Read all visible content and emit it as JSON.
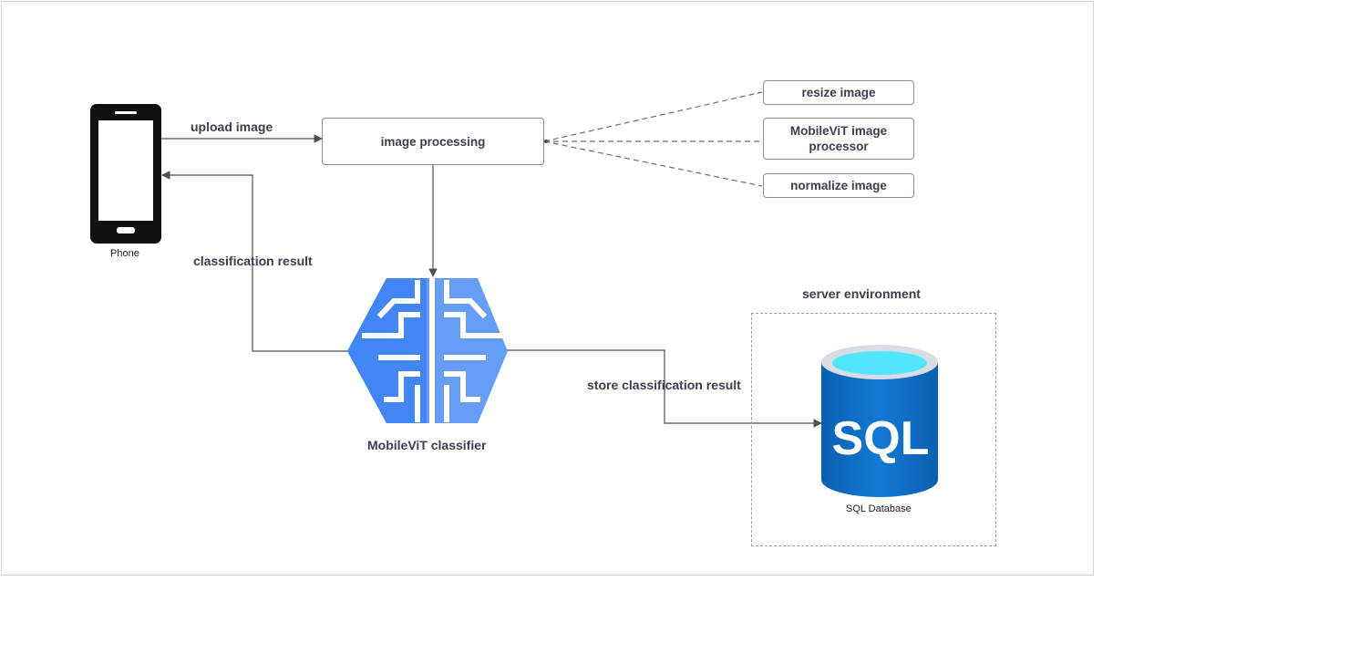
{
  "nodes": {
    "phone": {
      "label": "Phone"
    },
    "image_processing": {
      "label": "image processing"
    },
    "resize": {
      "label": "resize image"
    },
    "mobilevit_processor": {
      "label": "MobileViT image processor"
    },
    "normalize": {
      "label": "normalize image"
    },
    "classifier": {
      "label": "MobileViT classifier"
    },
    "server": {
      "label": "server environment"
    },
    "sql": {
      "label": "SQL Database",
      "icon_text": "SQL"
    }
  },
  "edges": {
    "upload": {
      "label": "upload image"
    },
    "classification_result": {
      "label": "classification result"
    },
    "store": {
      "label": "store classification result"
    }
  },
  "colors": {
    "brain_dark": "#4285f4",
    "brain_light": "#669df6",
    "sql_blue": "#0a6fc7",
    "sql_top": "#50e6ff",
    "line": "#4a4f58"
  }
}
